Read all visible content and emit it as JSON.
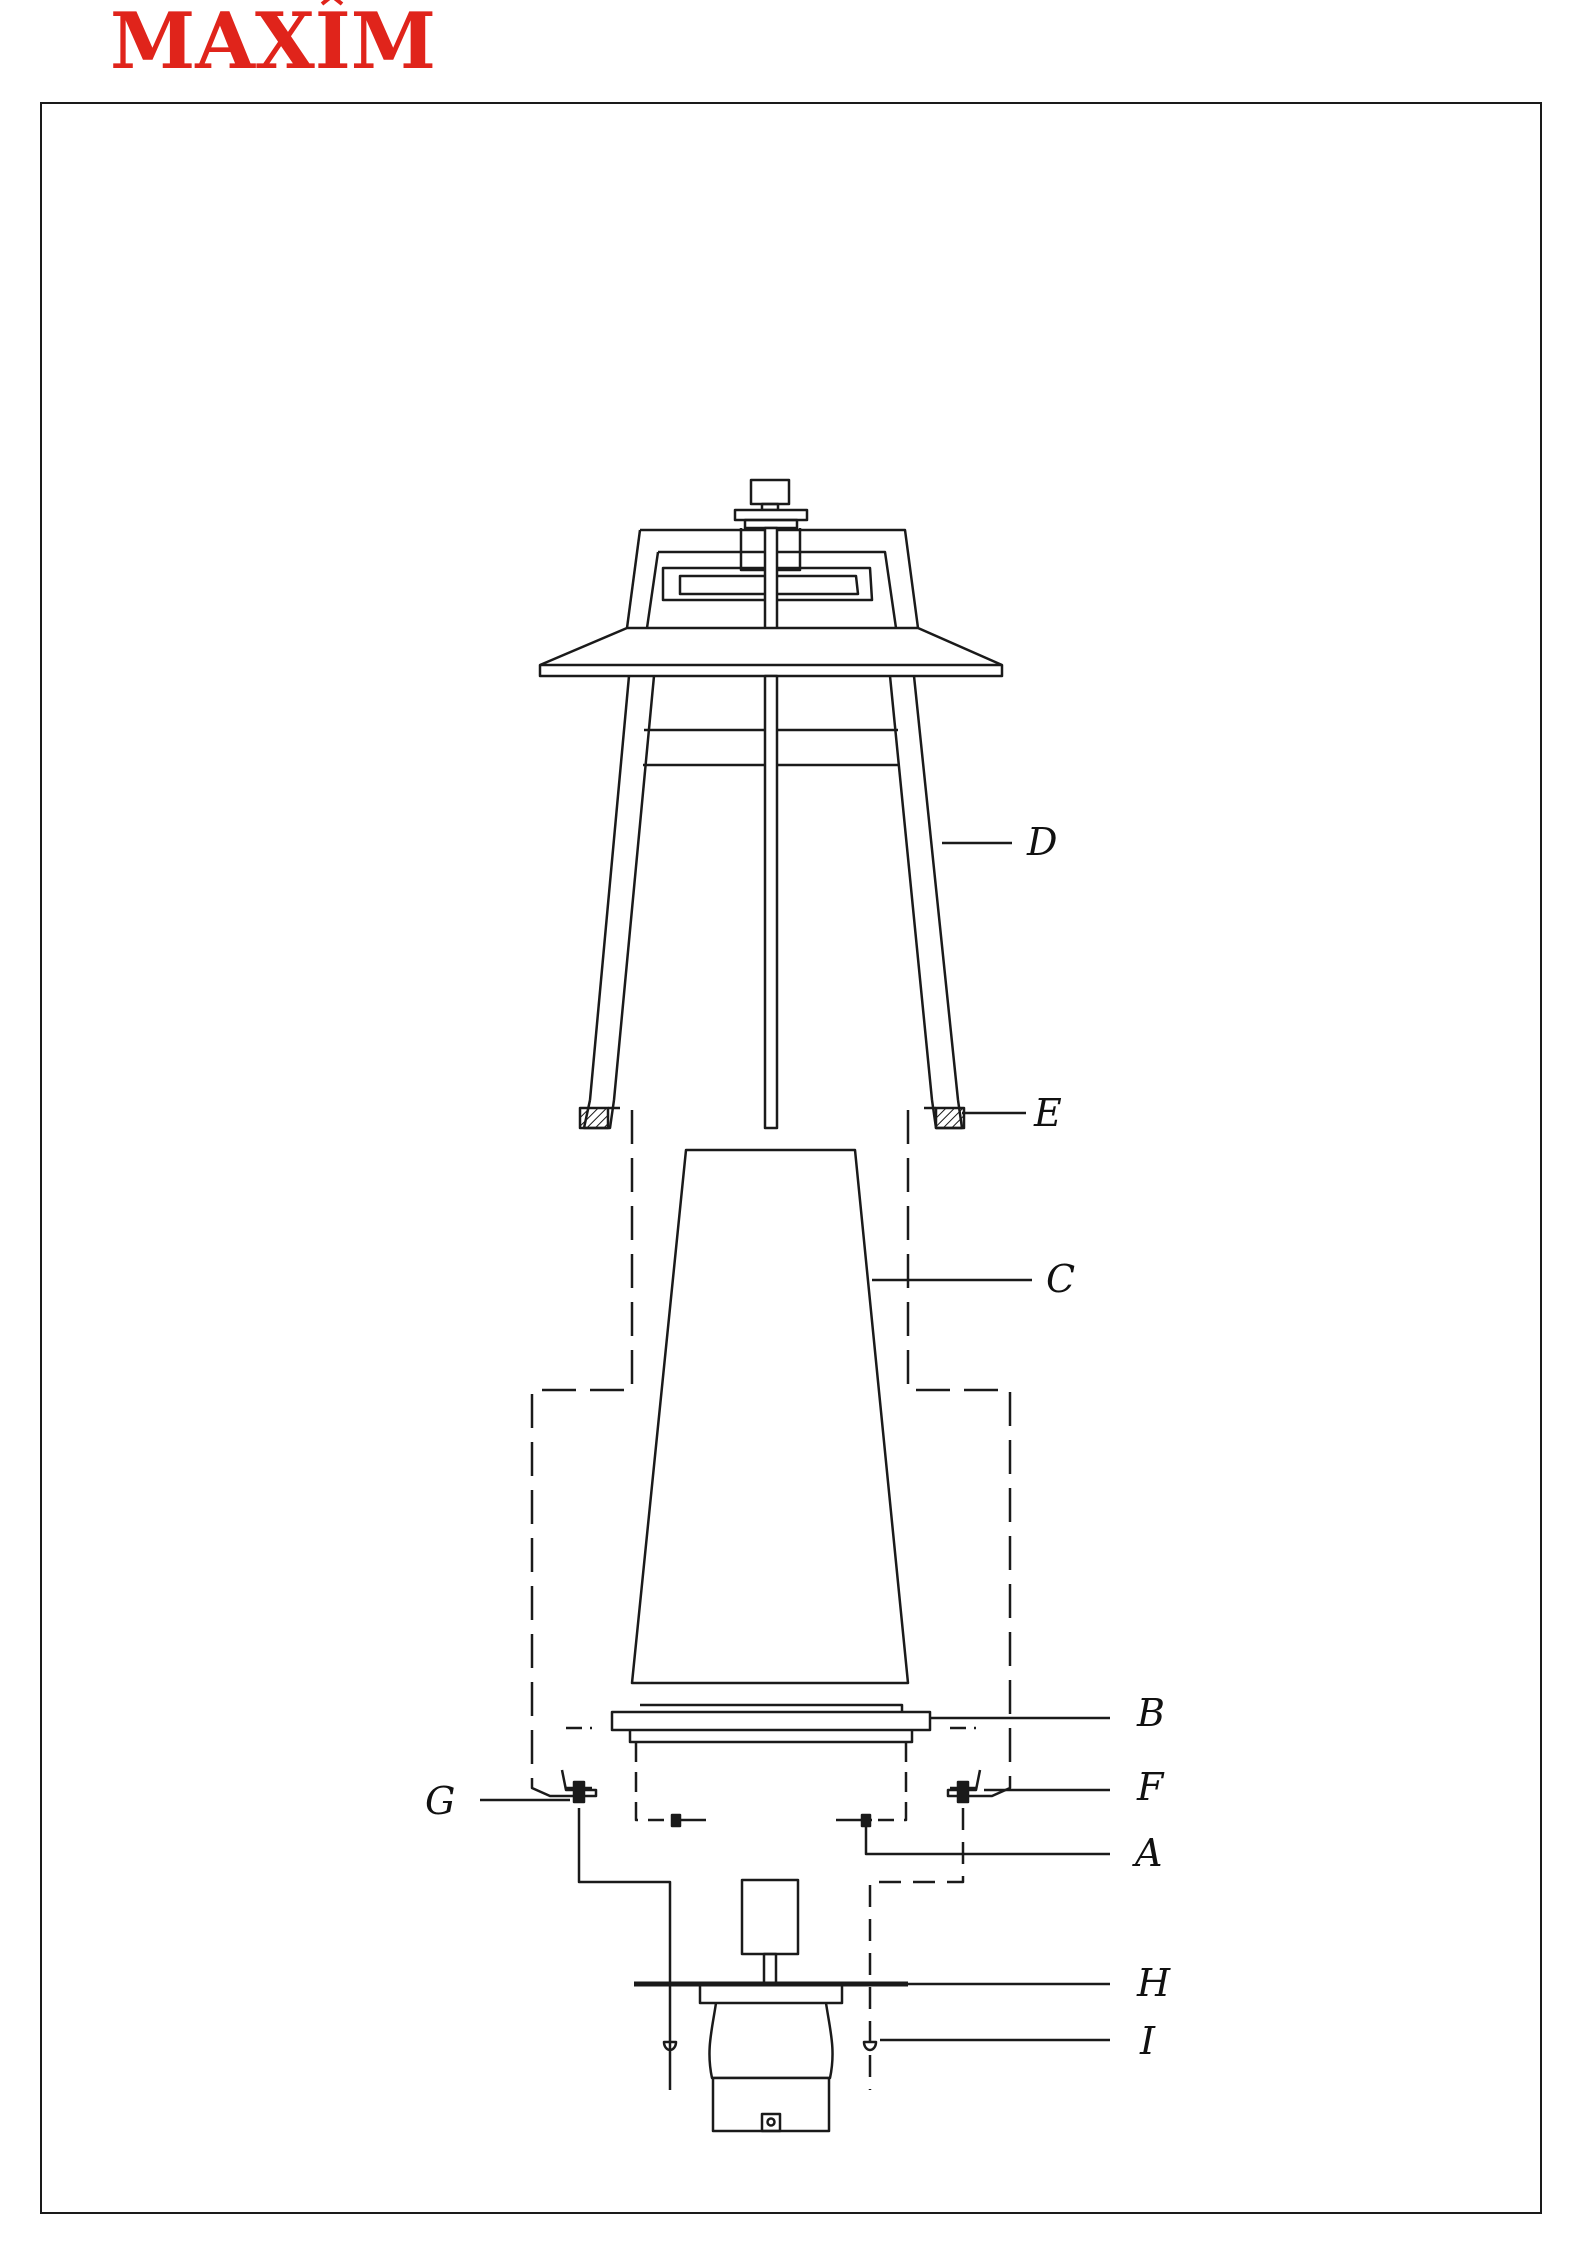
{
  "brand": {
    "name": "MAXIM",
    "color": "#e0241b"
  },
  "parts": [
    {
      "id": "label-A",
      "text": "A"
    },
    {
      "id": "label-B",
      "text": "B"
    },
    {
      "id": "label-C",
      "text": "C"
    },
    {
      "id": "label-D",
      "text": "D"
    },
    {
      "id": "label-E",
      "text": "E"
    },
    {
      "id": "label-F",
      "text": "F"
    },
    {
      "id": "label-G",
      "text": "G"
    },
    {
      "id": "label-H",
      "text": "H"
    },
    {
      "id": "label-I",
      "text": "I"
    }
  ],
  "colors": {
    "line": "#1a1a1a",
    "background": "#ffffff"
  }
}
